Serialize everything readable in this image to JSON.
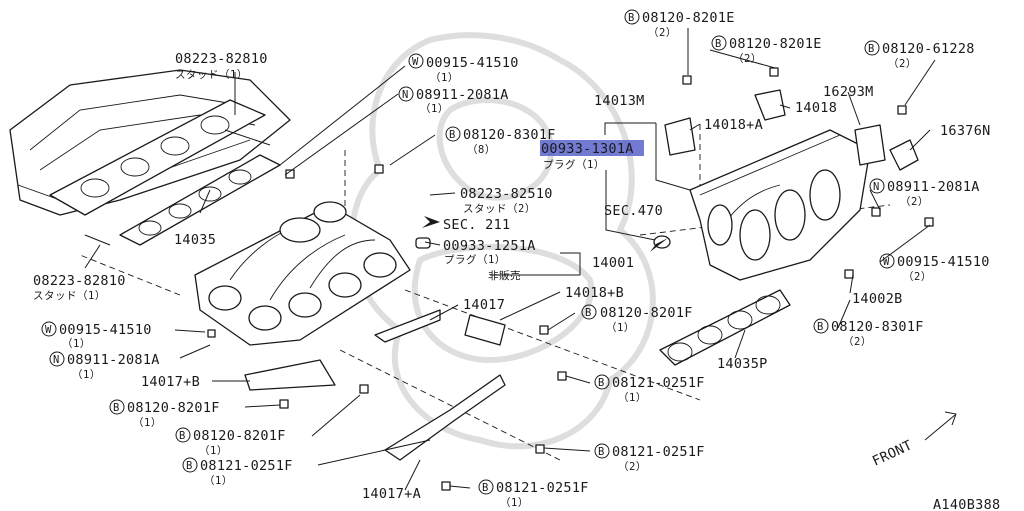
{
  "diagram": {
    "ref": "A140B388",
    "front": "FRONT",
    "highlighted": "00933-1301A",
    "labels": {
      "p08223_82810_top": "08223-82810",
      "stud1_top": "スタッド（1）",
      "p00915_41510_top": "00915-41510",
      "p00915_41510_top_q": "（1）",
      "p08911_2081A_top": "08911-2081A",
      "p08911_2081A_top_q": "（1）",
      "p08120_8301F_top": "08120-8301F",
      "p08120_8301F_top_q": "（8）",
      "p14013M": "14013M",
      "p00933_1301A": "00933-1301A",
      "plug1": "プラグ（1）",
      "p08120_8201E_a": "08120-8201E",
      "p08120_8201E_a_q": "（2）",
      "p08120_8201E_b": "08120-8201E",
      "p08120_8201E_b_q": "（2）",
      "p08120_61228": "08120-61228",
      "p08120_61228_q": "（2）",
      "p16293M": "16293M",
      "p14018": "14018",
      "p14018A": "14018+A",
      "p16376N": "16376N",
      "p08223_82510": "08223-82510",
      "stud2": "スタッド（2）",
      "sec211": "SEC. 211",
      "sec470": "SEC.470",
      "p00933_1251A": "00933-1251A",
      "plug1b": "プラグ（1）",
      "not_sold": "非販売",
      "p14001": "14001",
      "p14035": "14035",
      "p08223_82810_bot": "08223-82810",
      "stud1_bot": "スタッド（1）",
      "p14017": "14017",
      "p14018B": "14018+B",
      "p08120_8201F_r": "08120-8201F",
      "p08120_8201F_r_q": "（1）",
      "p00915_41510_l": "00915-41510",
      "p00915_41510_l_q": "（1）",
      "p08911_2081A_l": "08911-2081A",
      "p08911_2081A_l_q": "（1）",
      "p14017B": "14017+B",
      "p08120_8201F_l": "08120-8201F",
      "p08120_8201F_l_q": "（1）",
      "p08120_8201F_m": "08120-8201F",
      "p08120_8201F_m_q": "（1）",
      "p08121_0251F_l": "08121-0251F",
      "p08121_0251F_l_q": "（1）",
      "p08121_0251F_r1": "08121-0251F",
      "p08121_0251F_r1_q": "（1）",
      "p08121_0251F_r2": "08121-0251F",
      "p08121_0251F_r2_q": "（2）",
      "p08121_0251F_b": "08121-0251F",
      "p08121_0251F_b_q": "（1）",
      "p14017A": "14017+A",
      "p08911_2081A_r": "08911-2081A",
      "p08911_2081A_r_q": "（2）",
      "p00915_41510_r": "00915-41510",
      "p00915_41510_r_q": "（2）",
      "p14002B": "14002B",
      "p08120_8301F_r": "08120-8301F",
      "p08120_8301F_r_q": "（2）",
      "p14035P": "14035P"
    },
    "marks": {
      "W": "W",
      "N": "N",
      "B": "B"
    }
  }
}
